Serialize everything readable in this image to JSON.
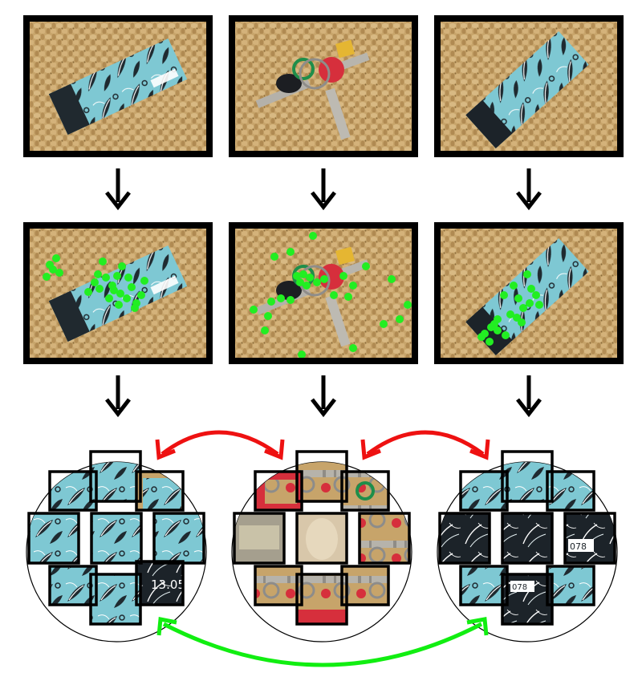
{
  "pipeline": {
    "images": [
      {
        "subject": "tag",
        "tag_colors": {
          "body": "#7ec8d3",
          "dark": "#202a30",
          "text": "#ffffff"
        }
      },
      {
        "subject": "keys"
      },
      {
        "subject": "tag",
        "tag_colors": {
          "body": "#86ccd6",
          "dark": "#1c2329",
          "text": "#ffffff"
        }
      }
    ],
    "arrow_color": "#000000",
    "keypoint_color": "#22ee22",
    "match_colors": {
      "mismatch": "#ee1111",
      "match": "#11ee11"
    },
    "background_color": "#c7a46a"
  },
  "patch_texts": {
    "left_date": "13.05",
    "right_number_1": "078",
    "right_number_2": "078"
  }
}
